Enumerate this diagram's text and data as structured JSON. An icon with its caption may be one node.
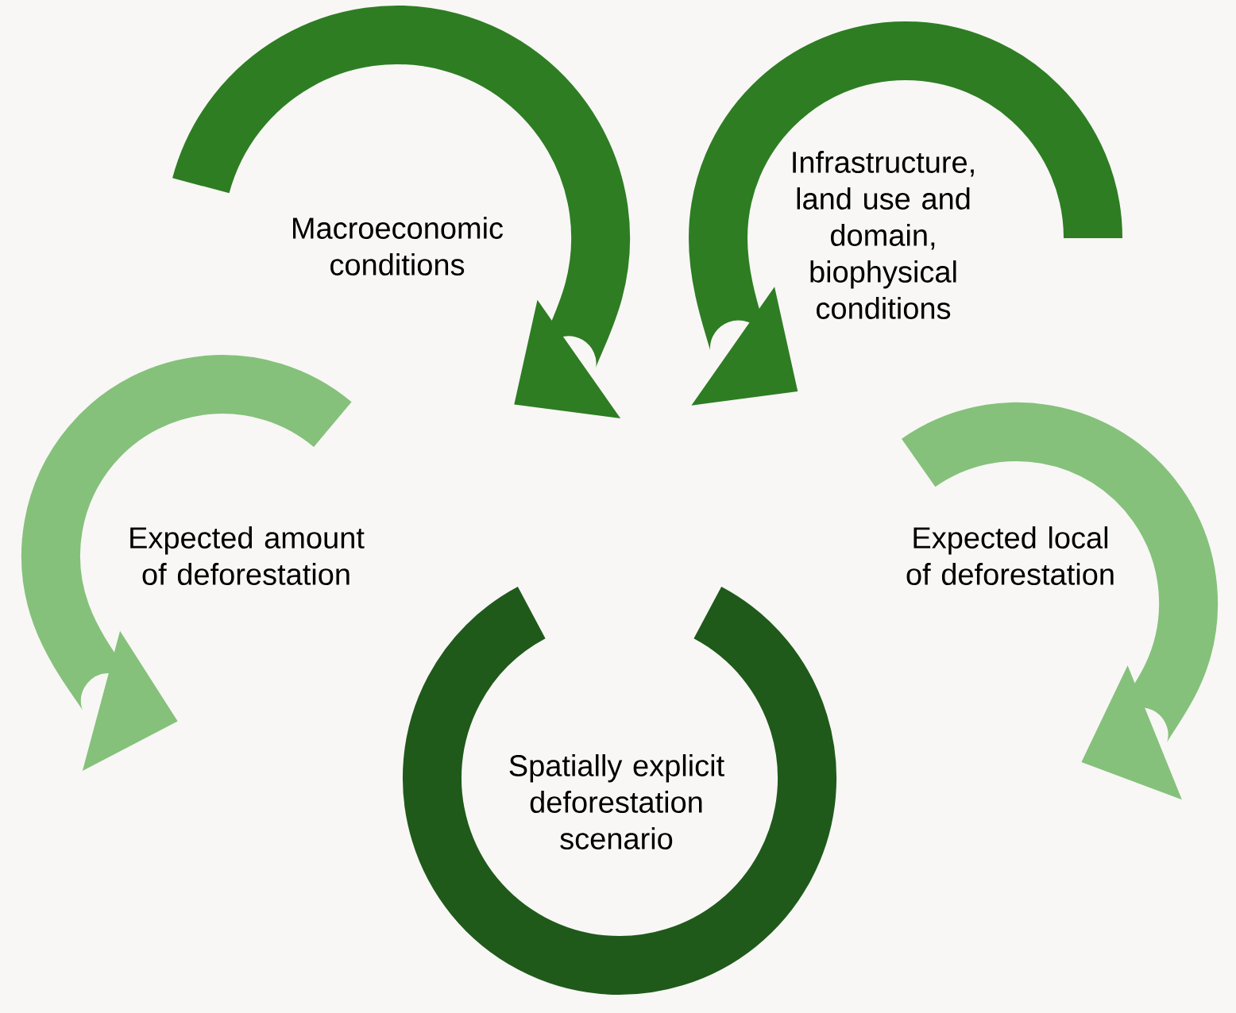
{
  "diagram": {
    "nodes": [
      {
        "text": [
          "Macroeconomic conditions"
        ]
      },
      {
        "text": [
          "Infrastructure, land use and domain, biophysical conditions"
        ]
      },
      {
        "text": [
          "Expected amount of deforestation"
        ]
      },
      {
        "text": [
          "Expected local of deforestation"
        ]
      },
      {
        "text": [
          "Spatially explicit deforestation scenario"
        ]
      }
    ]
  }
}
